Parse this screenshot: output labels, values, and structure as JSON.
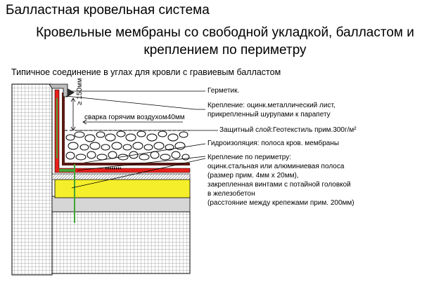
{
  "header": {
    "title": "Балластная кровельная система",
    "subtitle": "Кровельные мембраны со свободной укладкой, балластом и креплением по периметру"
  },
  "diagram": {
    "caption": "Типичное соединение в углах для кровли с гравиевым балластом",
    "dimension_label": "≥ 150мм",
    "weld_label": "сварка горячим воздухом40мм",
    "labels": {
      "sealant": "Герметик.",
      "fixing_1": "Крепление: оцинк.металлический лист,",
      "fixing_2": "прикрепленный шурупами к парапету",
      "protective": "Защитный слой:Геотекстиль прим.300г/м²",
      "waterproofing": "Гидроизоляция: полоса кров. мембраны",
      "perimeter_1": "Крепление по периметру:",
      "perimeter_2": "оцинк.стальная или алюминиевая полоса",
      "perimeter_3": "(размер прим. 4мм х 20мм),",
      "perimeter_4": "закрепленная винтами с потайной головкой",
      "perimeter_5": "в железобетон",
      "perimeter_6": "(расстояние между крепежами прим. 200мм)"
    },
    "colors": {
      "membrane": "#e8201c",
      "insulation": "#f5ee2a",
      "fixing": "#3fa535",
      "structure": "#bdbdbd",
      "line": "#000000"
    }
  }
}
